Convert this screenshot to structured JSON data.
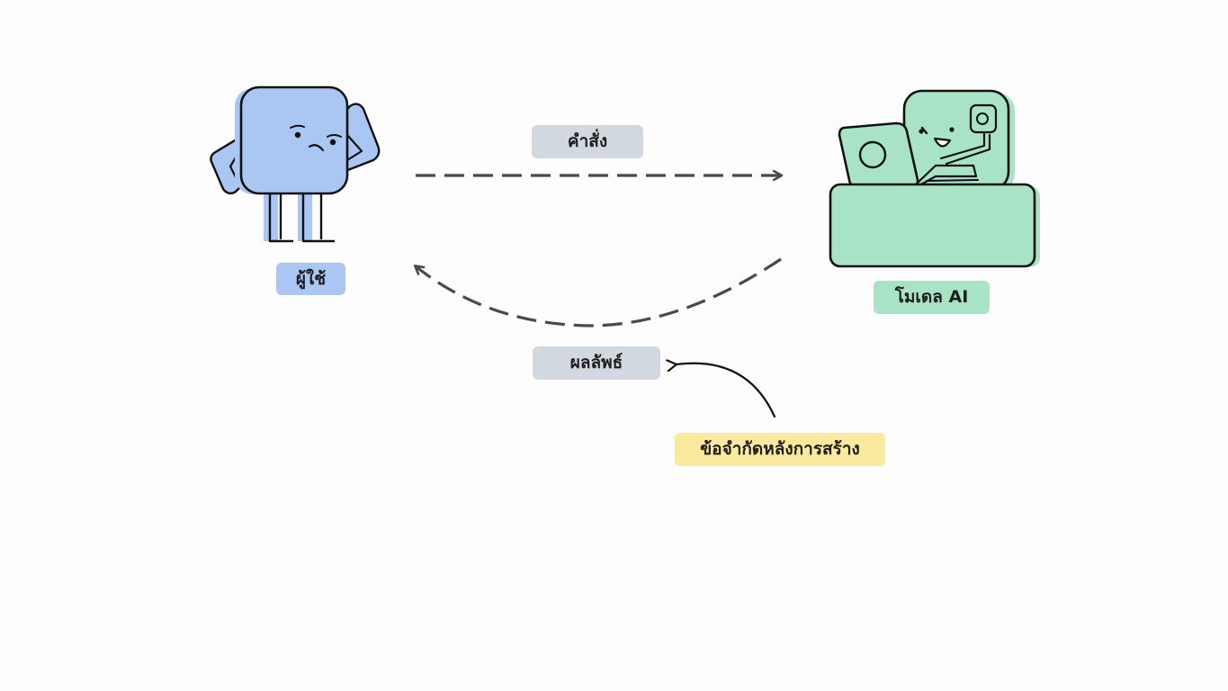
{
  "actors": {
    "user": {
      "label": "ผู้ใช้",
      "color": "#aac6f3"
    },
    "model": {
      "label": "โมเดล AI",
      "color": "#a9e3c6"
    }
  },
  "flows": {
    "command": {
      "label": "คำสั่ง"
    },
    "result": {
      "label": "ผลลัพธ์"
    }
  },
  "annotation": {
    "label": "ข้อจำกัดหลังการสร้าง",
    "color": "#faea9d"
  },
  "colors": {
    "arrow": "#4a4a4a",
    "outline": "#111111",
    "label_bg": "#d2d8df"
  }
}
